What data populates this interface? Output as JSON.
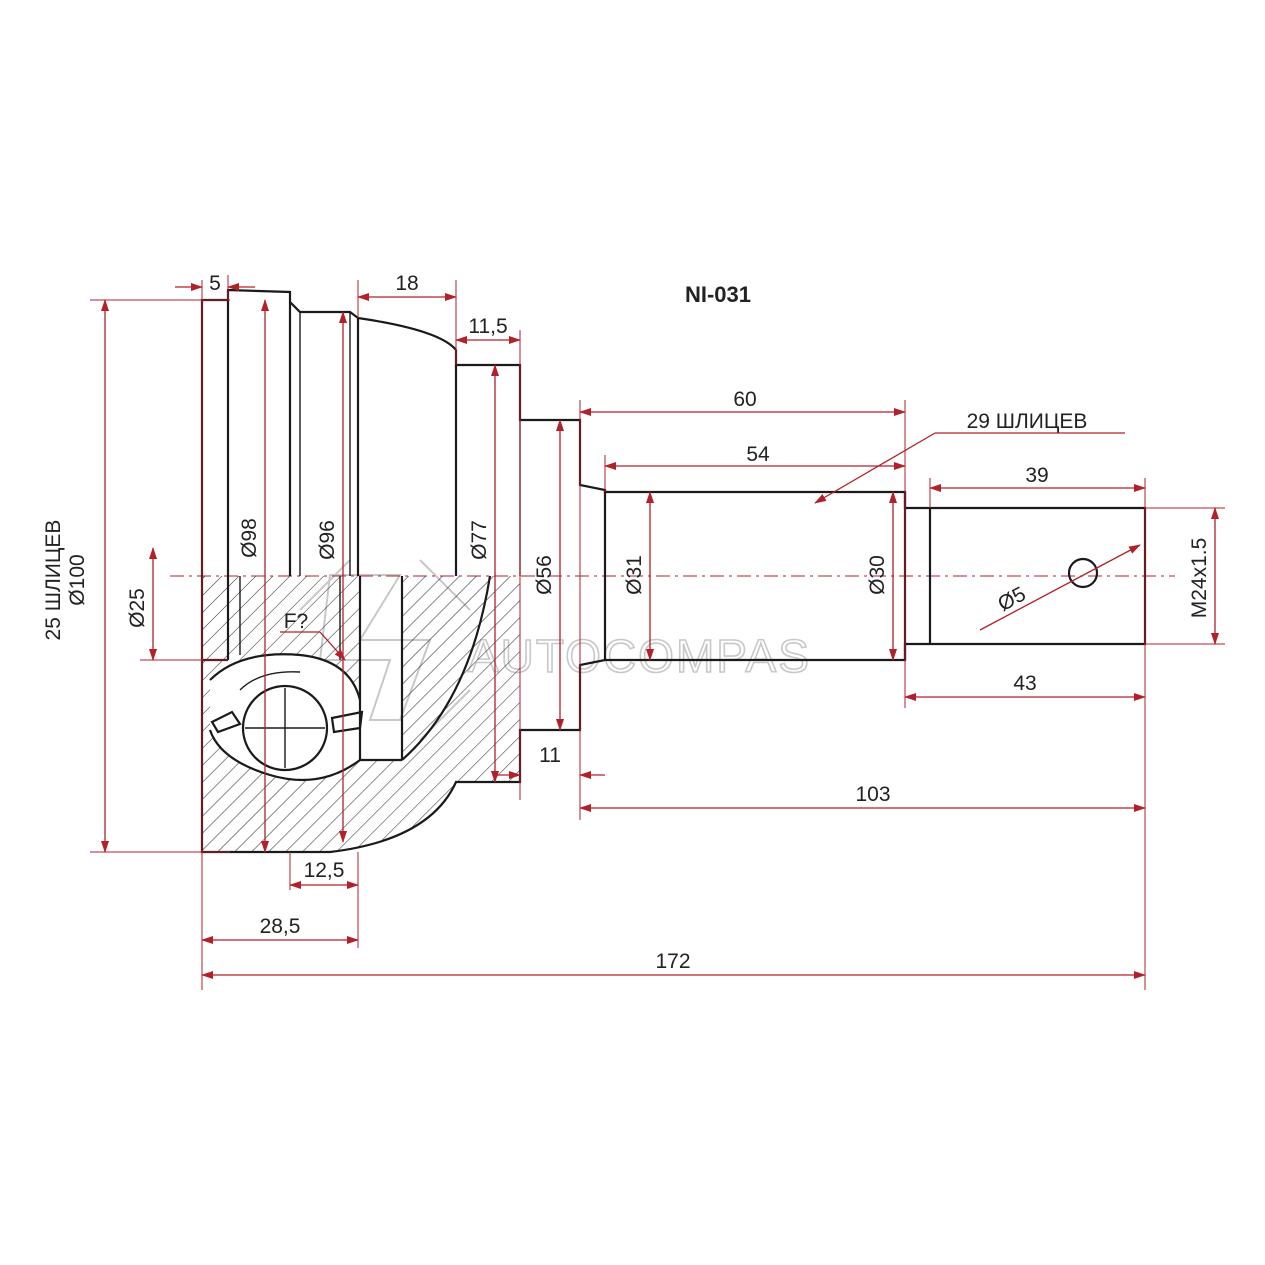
{
  "part_number": "NI-031",
  "watermark": "AUTOCOMPAS",
  "colors": {
    "dimension": "#b2202a",
    "outline": "#1a1a1a",
    "hatch": "#333333",
    "watermark": "#c8c8c8"
  },
  "labels": {
    "inner_splines": "25 ШЛИЦЕВ",
    "outer_splines": "29 ШЛИЦЕВ",
    "force_marker": "F?"
  },
  "dimensions": {
    "d100": "Ø100",
    "d98": "Ø98",
    "d96": "Ø96",
    "d77": "Ø77",
    "d56": "Ø56",
    "d31": "Ø31",
    "d30": "Ø30",
    "d25": "Ø25",
    "d5": "Ø5",
    "thread": "M24x1.5",
    "len_5": "5",
    "len_18": "18",
    "len_11_5": "11,5",
    "len_60": "60",
    "len_54": "54",
    "len_39": "39",
    "len_43": "43",
    "len_11": "11",
    "len_103": "103",
    "len_12_5": "12,5",
    "len_28_5": "28,5",
    "len_172": "172"
  }
}
